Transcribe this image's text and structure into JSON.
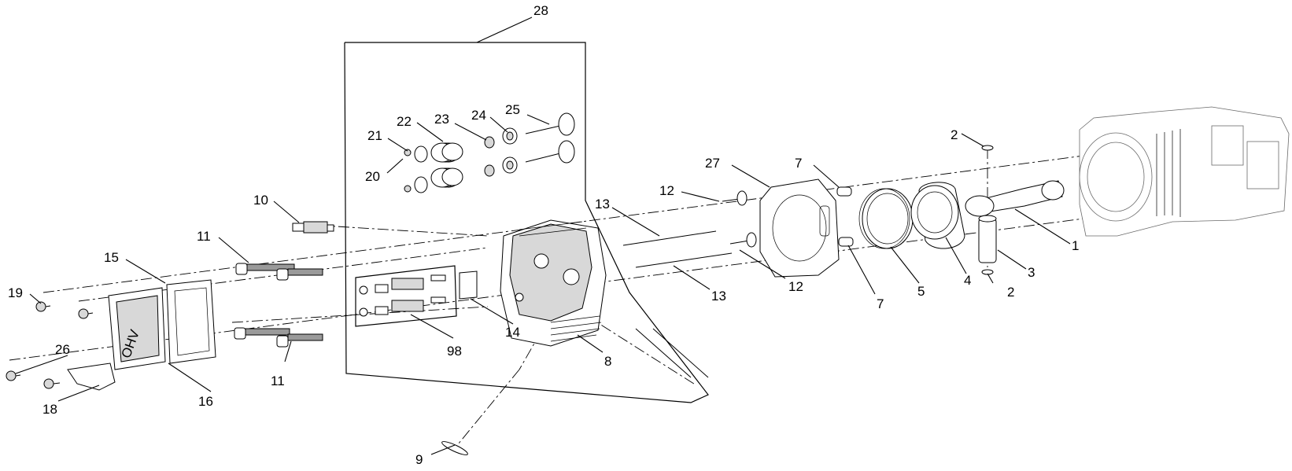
{
  "diagram": {
    "callouts": [
      {
        "id": "c28",
        "text": "28"
      },
      {
        "id": "c25",
        "text": "25"
      },
      {
        "id": "c24",
        "text": "24"
      },
      {
        "id": "c23",
        "text": "23"
      },
      {
        "id": "c22",
        "text": "22"
      },
      {
        "id": "c21",
        "text": "21"
      },
      {
        "id": "c20",
        "text": "20"
      },
      {
        "id": "c2a",
        "text": "2"
      },
      {
        "id": "c27",
        "text": "27"
      },
      {
        "id": "c7a",
        "text": "7"
      },
      {
        "id": "c12a",
        "text": "12"
      },
      {
        "id": "c13a",
        "text": "13"
      },
      {
        "id": "c10",
        "text": "10"
      },
      {
        "id": "c11a",
        "text": "11"
      },
      {
        "id": "c15",
        "text": "15"
      },
      {
        "id": "c19",
        "text": "19"
      },
      {
        "id": "c1",
        "text": "1"
      },
      {
        "id": "c3",
        "text": "3"
      },
      {
        "id": "c2b",
        "text": "2"
      },
      {
        "id": "c4",
        "text": "4"
      },
      {
        "id": "c5",
        "text": "5"
      },
      {
        "id": "c7b",
        "text": "7"
      },
      {
        "id": "c12b",
        "text": "12"
      },
      {
        "id": "c13b",
        "text": "13"
      },
      {
        "id": "c14",
        "text": "14"
      },
      {
        "id": "c98",
        "text": "98"
      },
      {
        "id": "c8",
        "text": "8"
      },
      {
        "id": "c11b",
        "text": "11"
      },
      {
        "id": "c26",
        "text": "26"
      },
      {
        "id": "c16",
        "text": "16"
      },
      {
        "id": "c18",
        "text": "18"
      },
      {
        "id": "c9",
        "text": "9"
      }
    ],
    "valve_cover_logo": "OHV"
  }
}
